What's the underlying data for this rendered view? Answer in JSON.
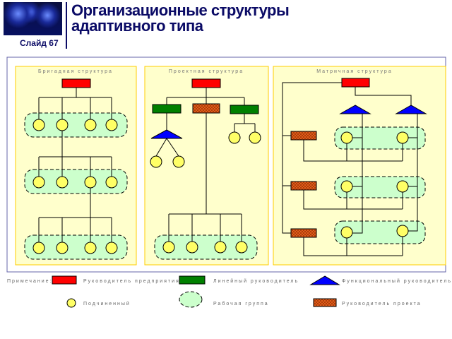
{
  "header": {
    "title_line1": "Организационные структуры",
    "title_line2": "адаптивного типа",
    "slide_label": "Слайд 67"
  },
  "panels": [
    {
      "title": "Бригадная структура"
    },
    {
      "title": "Проектная структура"
    },
    {
      "title": "Матричная структура"
    }
  ],
  "legend": {
    "note_label": "Примечание:",
    "items": [
      {
        "label": "Руководитель предприятия",
        "shape": "red-rectangle",
        "color": "#ff0000"
      },
      {
        "label": "Линейный руководитель",
        "shape": "green-rectangle",
        "color": "#008000"
      },
      {
        "label": "Функциональный руководитель",
        "shape": "blue-triangle",
        "color": "#0000ff"
      },
      {
        "label": "Подчиненный",
        "shape": "yellow-circle",
        "color": "#ffff66"
      },
      {
        "label": "Рабочая группа",
        "shape": "dashed-rounded-area",
        "color": "#ccffcc"
      },
      {
        "label": "Руководитель проекта",
        "shape": "hatched-orange-rectangle",
        "color": "#e8601c"
      }
    ]
  },
  "colors": {
    "title": "#0b0b66",
    "panel_bg": "#ffffcc",
    "panel_border": "#ffcc00",
    "frame": "#6666aa"
  }
}
